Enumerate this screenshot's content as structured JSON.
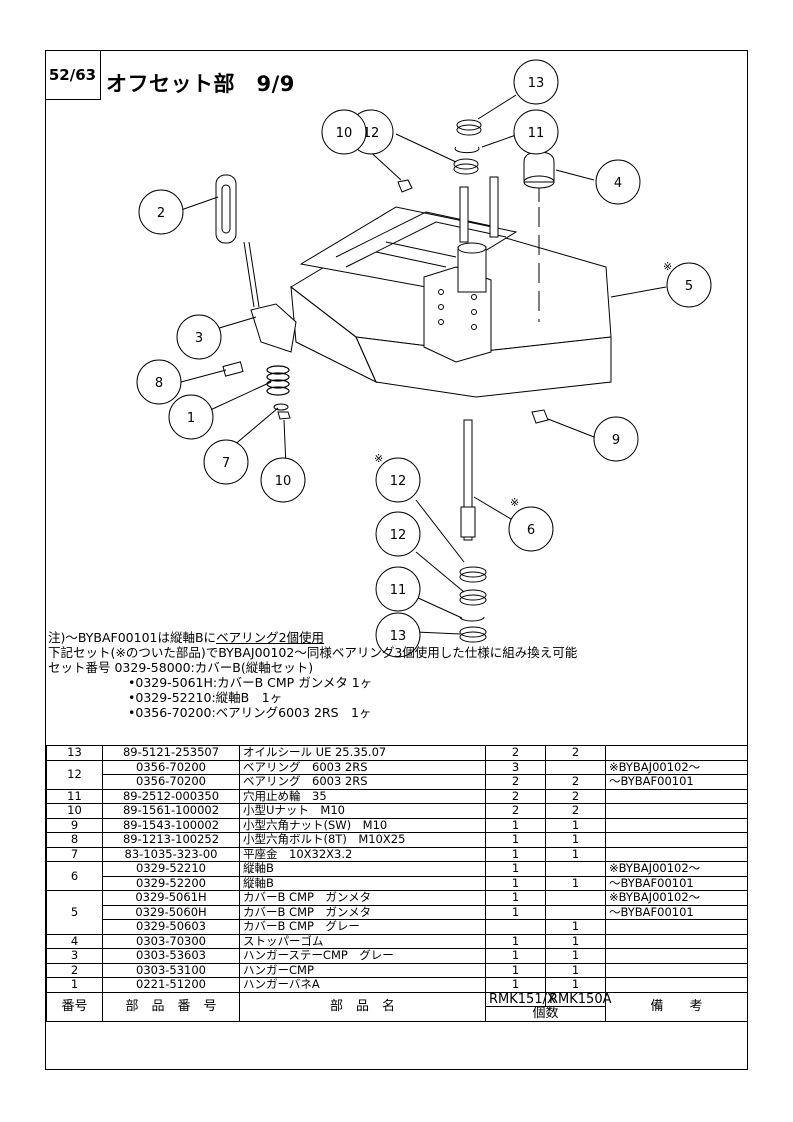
{
  "page_number": "52/63",
  "title": "オフセット部　9/9",
  "callouts": [
    "13",
    "11",
    "12",
    "10",
    "4",
    "2",
    "5",
    "3",
    "8",
    "1",
    "9",
    "7",
    "10",
    "12",
    "6",
    "12",
    "11",
    "13"
  ],
  "star_mark": "※",
  "notes": {
    "line1_pre": "注)～BYBAF00101は縦軸Bに",
    "line1_underlined": "ベアリング2個使用",
    "line2": "下記セット(※のついた部品)でBYBAJ00102～同様ベアリング3個使用した仕様に組み換え可能",
    "line3": "セット番号 0329-58000:カバーB(縦軸セット)",
    "items": [
      "•0329-5061H:カバーB CMP ガンメタ 1ヶ",
      "•0329-52210:縦軸B　1ヶ",
      "•0356-70200:ベアリング6003 2RS　1ヶ"
    ]
  },
  "parts_table": {
    "header": {
      "no": "番号",
      "part_number": "部　品　番　号",
      "part_name": "部　品　名",
      "model_a": "RMK151/X",
      "model_b": "RMK150A",
      "qty": "個数",
      "remarks": "備　　考"
    },
    "rows": [
      {
        "no": "13",
        "pn": "89-5121-253507",
        "name": "オイルシール UE 25.35.07",
        "a": "2",
        "b": "2",
        "rem": ""
      },
      {
        "no": "12",
        "pn": "0356-70200",
        "name": "ベアリング　6003 2RS",
        "a": "3",
        "b": "",
        "rem": "※BYBAJ00102～"
      },
      {
        "no": "",
        "pn": "0356-70200",
        "name": "ベアリング　6003 2RS",
        "a": "2",
        "b": "2",
        "rem": "～BYBAF00101"
      },
      {
        "no": "11",
        "pn": "89-2512-000350",
        "name": "穴用止め輪　35",
        "a": "2",
        "b": "2",
        "rem": ""
      },
      {
        "no": "10",
        "pn": "89-1561-100002",
        "name": "小型Uナット　M10",
        "a": "2",
        "b": "2",
        "rem": ""
      },
      {
        "no": "9",
        "pn": "89-1543-100002",
        "name": "小型六角ナット(SW)　M10",
        "a": "1",
        "b": "1",
        "rem": ""
      },
      {
        "no": "8",
        "pn": "89-1213-100252",
        "name": "小型六角ボルト(8T)　M10X25",
        "a": "1",
        "b": "1",
        "rem": ""
      },
      {
        "no": "7",
        "pn": "83-1035-323-00",
        "name": "平座金　10X32X3.2",
        "a": "1",
        "b": "1",
        "rem": ""
      },
      {
        "no": "6",
        "pn": "0329-52210",
        "name": "縦軸B",
        "a": "1",
        "b": "",
        "rem": "※BYBAJ00102～"
      },
      {
        "no": "",
        "pn": "0329-52200",
        "name": "縦軸B",
        "a": "1",
        "b": "1",
        "rem": "～BYBAF00101"
      },
      {
        "no": "5",
        "pn": "0329-5061H",
        "name": "カバーB CMP　ガンメタ",
        "a": "1",
        "b": "",
        "rem": "※BYBAJ00102～"
      },
      {
        "no": "",
        "pn": "0329-5060H",
        "name": "カバーB CMP　ガンメタ",
        "a": "1",
        "b": "",
        "rem": "～BYBAF00101"
      },
      {
        "no": "",
        "pn": "0329-50603",
        "name": "カバーB CMP　グレー",
        "a": "",
        "b": "1",
        "rem": ""
      },
      {
        "no": "4",
        "pn": "0303-70300",
        "name": "ストッパーゴム",
        "a": "1",
        "b": "1",
        "rem": ""
      },
      {
        "no": "3",
        "pn": "0303-53603",
        "name": "ハンガーステーCMP　グレー",
        "a": "1",
        "b": "1",
        "rem": ""
      },
      {
        "no": "2",
        "pn": "0303-53100",
        "name": "ハンガーCMP",
        "a": "1",
        "b": "1",
        "rem": ""
      },
      {
        "no": "1",
        "pn": "0221-51200",
        "name": "ハンガーバネA",
        "a": "1",
        "b": "1",
        "rem": ""
      }
    ]
  }
}
